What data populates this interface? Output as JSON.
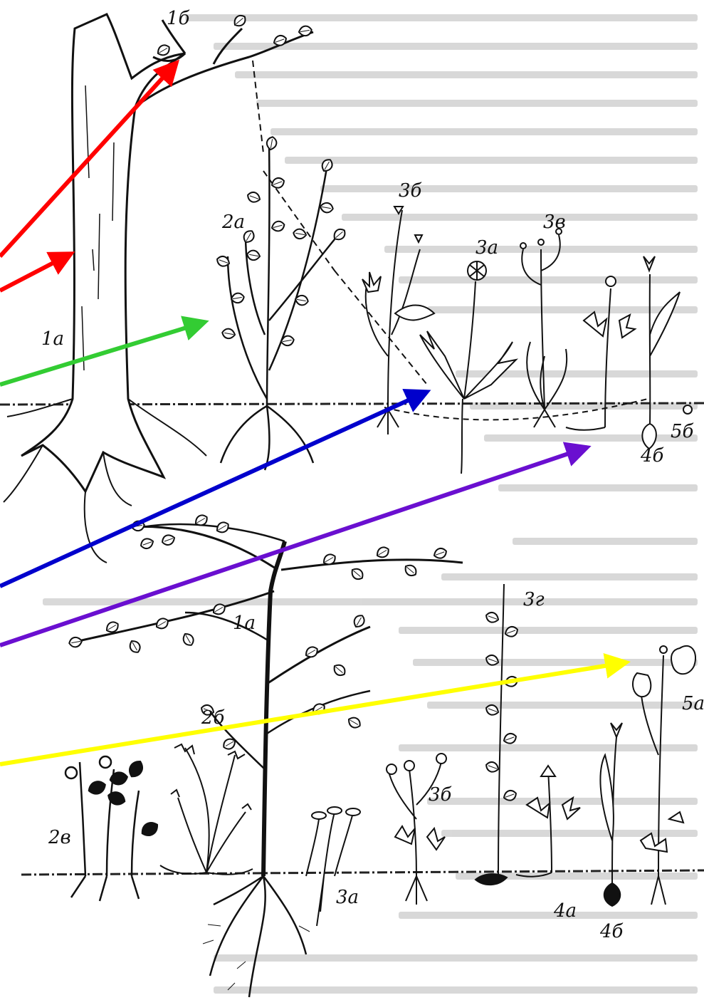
{
  "labels": {
    "top_1b": "1б",
    "top_2a": "2а",
    "top_3b": "3б",
    "top_3v": "3в",
    "top_3a": "3а",
    "top_1a": "1а",
    "top_5b": "5б",
    "top_4b": "4б",
    "bot_1a": "1а",
    "bot_3g": "3г",
    "bot_2b": "2б",
    "bot_5a": "5а",
    "bot_3b": "3б",
    "bot_2v": "2в",
    "bot_3a": "3а",
    "bot_4a": "4а",
    "bot_4b": "4б"
  },
  "arrows": [
    {
      "name": "red-arrow-to-1b",
      "color": "#ff0000"
    },
    {
      "name": "red-arrow-to-1a",
      "color": "#ff0000"
    },
    {
      "name": "green-arrow-to-2a",
      "color": "#33cc33"
    },
    {
      "name": "blue-arrow-to-3a",
      "color": "#0000cc"
    },
    {
      "name": "purple-arrow-to-5b",
      "color": "#6a0fd0"
    },
    {
      "name": "yellow-arrow-to-5a",
      "color": "#ffff00"
    }
  ]
}
